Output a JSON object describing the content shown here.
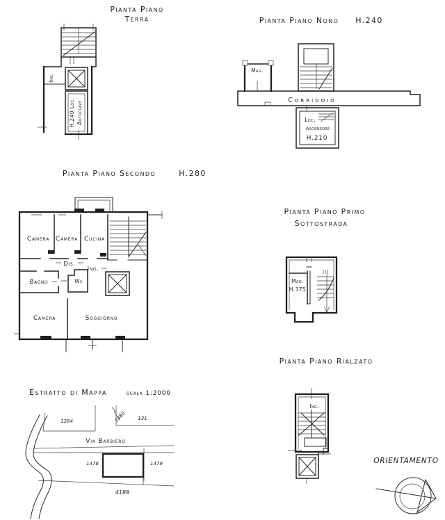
{
  "colors": {
    "ink": "#1f1f1f",
    "paper": "#ffffff"
  },
  "plans": {
    "terra": {
      "title1": "Pianta Piano",
      "title2": "Terra",
      "ing": "Ing.",
      "loc": "H.240 Loc.",
      "autoclave": "Autoclave"
    },
    "nono": {
      "title": "Pianta Piano Nono",
      "height": "H.240",
      "mag": "Mag.",
      "corridoio": "Corridoio",
      "loc": "Loc.",
      "ascensore": "Ascensore",
      "h": "H.210"
    },
    "secondo": {
      "title": "Pianta Piano Secondo",
      "height": "H.280",
      "camera1": "Camera",
      "camera2": "Camera",
      "cucina": "Cucina",
      "dis": "Dis.",
      "ing": "Ing.",
      "bagno": "Bagno",
      "wc": "Wc",
      "camera3": "Camera",
      "soggiorno": "Soggiorno"
    },
    "primo": {
      "title1": "Pianta Piano Primo",
      "title2": "Sottostrada",
      "mag": "Mag.",
      "h": "H.375"
    },
    "rialzato": {
      "title": "Pianta Piano Rialzato",
      "ing": "Ing."
    }
  },
  "map": {
    "title": "Estratto di Mappa",
    "scale": "scala 1:2000",
    "street": "Via Barbiero",
    "p1264": "1264",
    "p1480": "1480",
    "p131": "131",
    "p1478": "1478",
    "p1479": "1479",
    "p4189": "4189"
  },
  "compass": {
    "label": "ORIENTAMENTO"
  }
}
